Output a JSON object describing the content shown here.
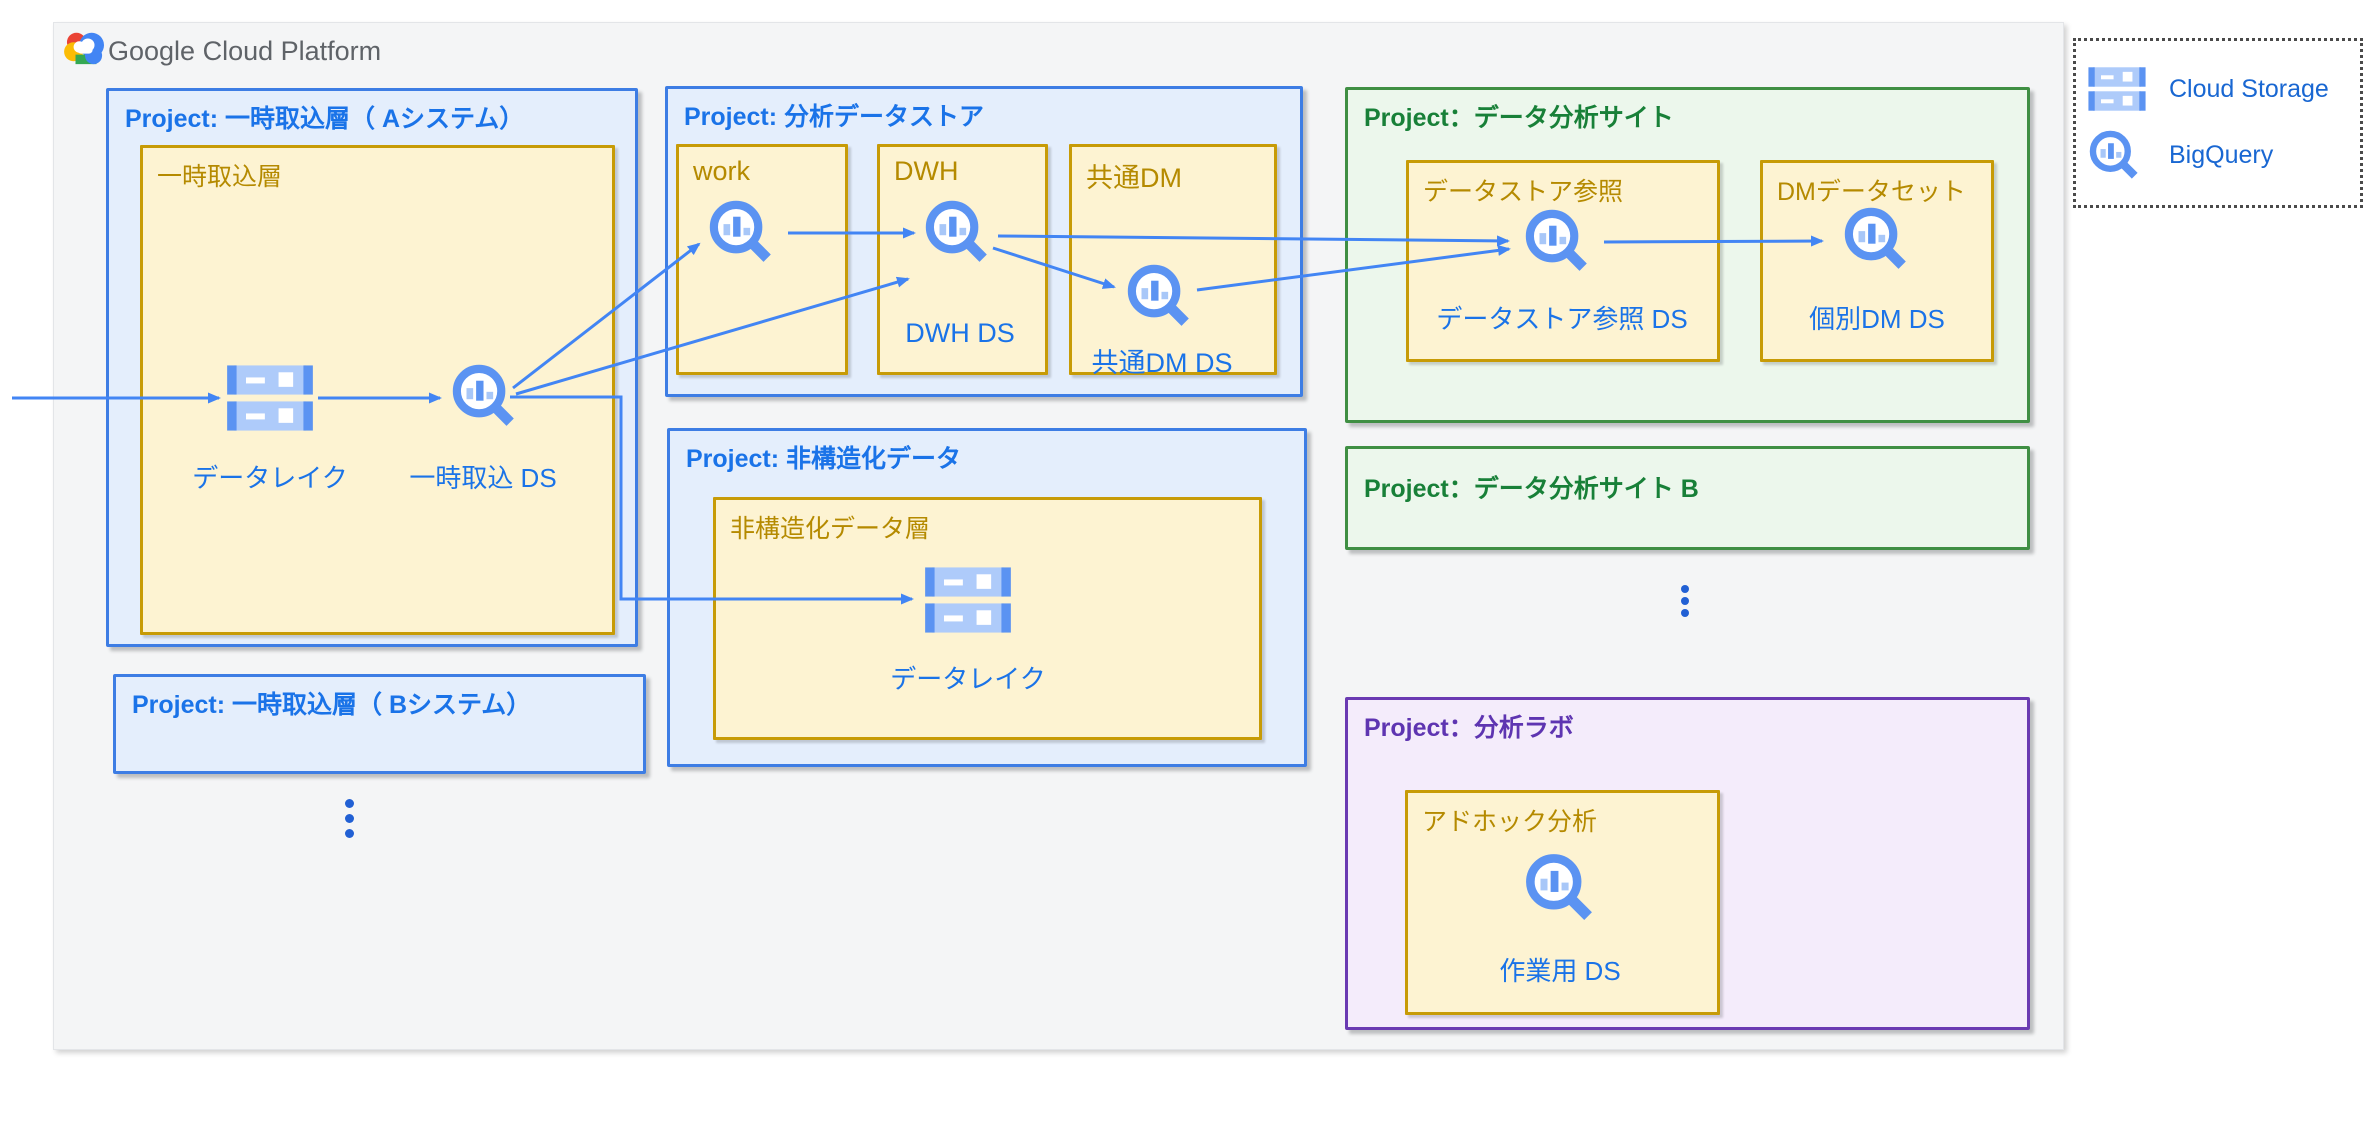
{
  "header": {
    "brand": "Google Cloud Platform"
  },
  "projects": {
    "ingest_a": {
      "title": "Project: 一時取込層（ Aシステム）",
      "layer_label": "一時取込層",
      "datalake_label": "データレイク",
      "dataset_label": "一時取込 DS"
    },
    "ingest_b": {
      "title": "Project: 一時取込層（ Bシステム）"
    },
    "analytics_store": {
      "title": "Project: 分析データストア",
      "work_label": "work",
      "dwh_label": "DWH",
      "common_dm_label": "共通DM",
      "dwh_ds_label": "DWH DS",
      "common_dm_ds_label": "共通DM DS"
    },
    "unstructured": {
      "title": "Project: 非構造化データ",
      "layer_label": "非構造化データ層",
      "datalake_label": "データレイク"
    },
    "analysis_site": {
      "title": "Project：データ分析サイト",
      "ref_box_label": "データストア参照",
      "ref_ds_label": "データストア参照 DS",
      "dm_box_label": "DMデータセット",
      "dm_ds_label": "個別DM DS"
    },
    "analysis_site_b": {
      "title": "Project：データ分析サイト B"
    },
    "lab": {
      "title": "Project：分析ラボ",
      "box_label": "アドホック分析",
      "ds_label": "作業用 DS"
    }
  },
  "legend": {
    "items": [
      {
        "icon": "cloud-storage-icon",
        "label": "Cloud Storage"
      },
      {
        "icon": "bigquery-icon",
        "label": "BigQuery"
      }
    ]
  },
  "edges": [
    {
      "from": "external-source",
      "to": "datalake-a"
    },
    {
      "from": "datalake-a",
      "to": "ingest-ds"
    },
    {
      "from": "ingest-ds",
      "to": "work-ds"
    },
    {
      "from": "ingest-ds",
      "to": "dwh-ds"
    },
    {
      "from": "work-ds",
      "to": "dwh-ds"
    },
    {
      "from": "dwh-ds",
      "to": "datastore-ref-ds"
    },
    {
      "from": "dwh-ds",
      "to": "common-dm-ds"
    },
    {
      "from": "common-dm-ds",
      "to": "datastore-ref-ds"
    },
    {
      "from": "datastore-ref-ds",
      "to": "individual-dm-ds"
    },
    {
      "from": "ingest-ds",
      "to": "datalake-unstructured"
    }
  ],
  "colors": {
    "arrow_blue": "#4285f4",
    "project_title_blue": "#1a73e8",
    "project_title_green": "#188038",
    "project_title_purple": "#5e35b1",
    "gold_label": "#b58a00",
    "yellow_fill": "#fdf3d2",
    "blue_fill": "#e4eefc",
    "green_fill": "#ecf7ec",
    "purple_fill": "#f4ecfb",
    "legend_text": "#1967d2",
    "brand_text": "#5f6368"
  }
}
